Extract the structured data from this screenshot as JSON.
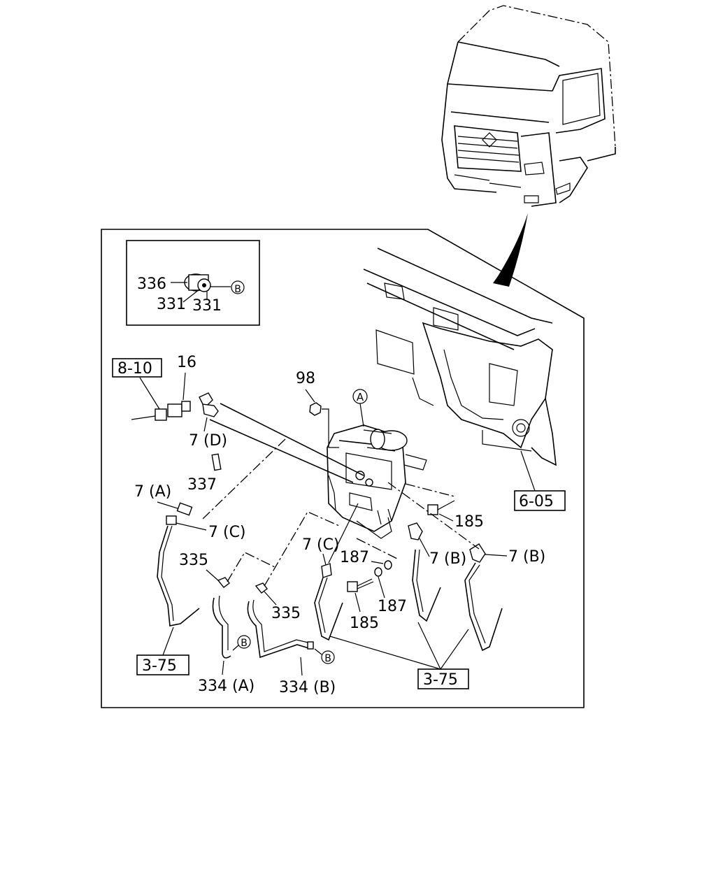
{
  "labels": {
    "p336": "336",
    "p331a": "331",
    "p331b": "331",
    "circleB_inset": "B",
    "ref8_10": "8-10",
    "p16": "16",
    "p98": "98",
    "circleA": "A",
    "p7D": "7 (D)",
    "p337": "337",
    "p7A": "7 (A)",
    "p7C_left": "7 (C)",
    "p335_left": "335",
    "p335_right": "335",
    "p185_upper": "185",
    "p7B_mid": "7 (B)",
    "p7B_right": "7 (B)",
    "p7C_mid": "7 (C)",
    "p187_upper": "187",
    "p187_lower": "187",
    "p185_lower": "185",
    "ref6_05": "6-05",
    "ref3_75_left": "3-75",
    "ref3_75_right": "3-75",
    "p334A": "334 (A)",
    "p334B": "334 (B)",
    "circleB_left": "B",
    "circleB_right": "B"
  }
}
